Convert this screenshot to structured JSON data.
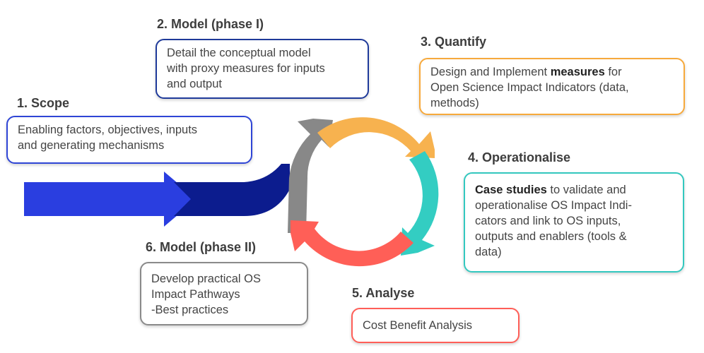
{
  "steps": [
    {
      "heading": "1.  Scope",
      "lines": [
        "Enabling factors, objectives, inputs",
        "and generating mechanisms"
      ]
    },
    {
      "heading": "2. Model (phase I)",
      "lines": [
        "Detail the conceptual model",
        "with proxy measures for inputs",
        "and output"
      ]
    },
    {
      "heading": "3. Quantify",
      "line1_pre": "Design and Implement ",
      "line1_bold": "measures",
      "line1_post": " for",
      "lines": [
        "Open Science Impact Indicators (data,",
        "methods)"
      ]
    },
    {
      "heading": "4. Operationalise",
      "line1_bold": "Case studies",
      "line1_post": " to validate and",
      "lines": [
        "operationalise OS Impact Indi-",
        "cators and link to OS inputs,",
        "outputs and enablers (tools &",
        "data)"
      ]
    },
    {
      "heading": "5. Analyse",
      "lines": [
        "Cost Benefit Analysis"
      ]
    },
    {
      "heading": "6. Model (phase II)",
      "lines": [
        "Develop practical OS",
        "Impact Pathways",
        "-Best practices"
      ]
    }
  ],
  "colors": {
    "scope": "#2f45d6",
    "model1": "#1f3a9a",
    "quantify": "#f7a93b",
    "operationalise": "#33c8bf",
    "analyse": "#ff5e57",
    "model2": "#8a8a8a",
    "arrow_light": "#2a3ee0",
    "arrow_dark": "#0c1c8e"
  }
}
